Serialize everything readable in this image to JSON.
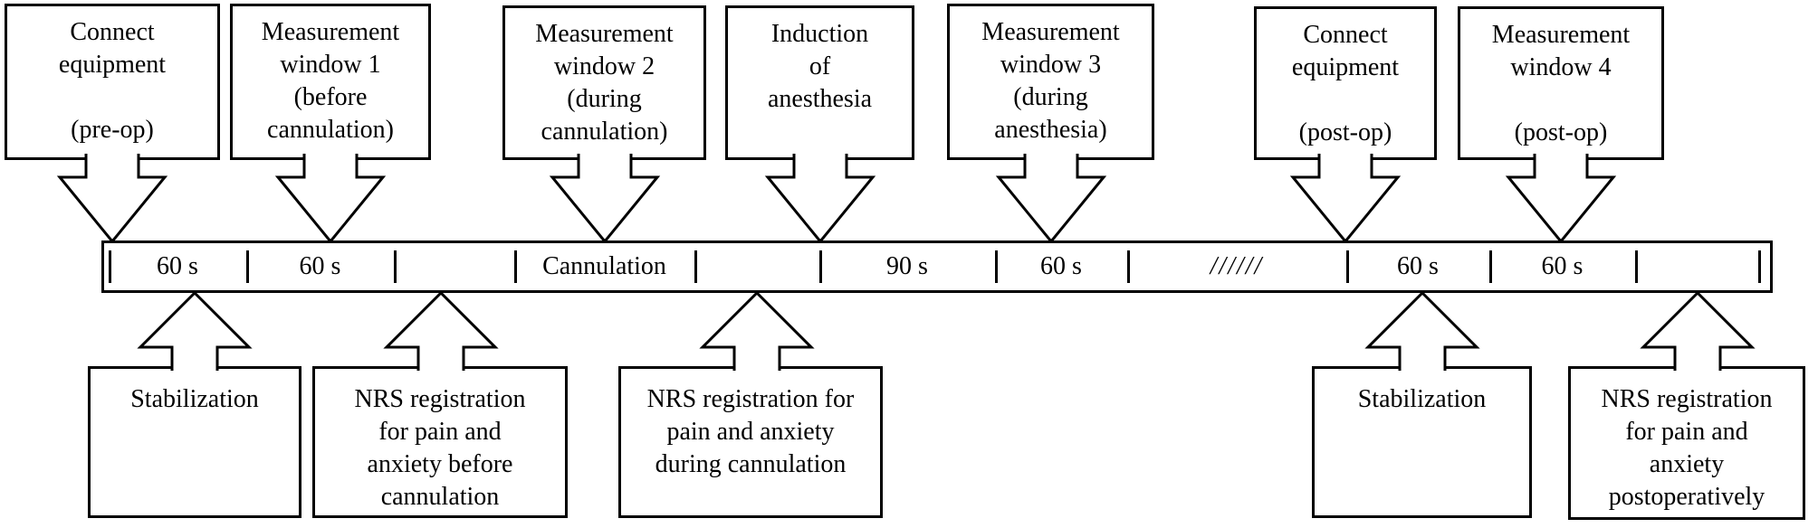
{
  "figure_name": "study-protocol-timeline",
  "colors": {
    "ink": "#000000",
    "background": "#ffffff"
  },
  "top_boxes": [
    {
      "id": "connect-equipment-preop",
      "text": "Connect\nequipment\n\n(pre-op)"
    },
    {
      "id": "measurement-window-1",
      "text": "Measurement\nwindow 1\n(before\ncannulation)"
    },
    {
      "id": "measurement-window-2",
      "text": "Measurement\nwindow 2\n(during\ncannulation)"
    },
    {
      "id": "induction-of-anesthesia",
      "text": "Induction\nof\nanesthesia"
    },
    {
      "id": "measurement-window-3",
      "text": "Measurement\nwindow 3\n(during\nanesthesia)"
    },
    {
      "id": "connect-equipment-postop",
      "text": "Connect\nequipment\n\n(post-op)"
    },
    {
      "id": "measurement-window-4",
      "text": "Measurement\nwindow 4\n\n(post-op)"
    }
  ],
  "bottom_boxes": [
    {
      "id": "stabilization-1",
      "text": "Stabilization"
    },
    {
      "id": "nrs-before-cannulation",
      "text": "NRS registration\nfor pain and\nanxiety before\ncannulation"
    },
    {
      "id": "nrs-during-cannulation",
      "text": "NRS registration for\npain and anxiety\nduring cannulation"
    },
    {
      "id": "stabilization-2",
      "text": "Stabilization"
    },
    {
      "id": "nrs-postoperatively",
      "text": "NRS registration\nfor pain and\nanxiety\npostoperatively"
    }
  ],
  "timeline": {
    "tick_positions": [
      120,
      272,
      435,
      568,
      767,
      905,
      1099,
      1245,
      1487,
      1645,
      1806,
      1942
    ],
    "segments": [
      {
        "label": "60 s"
      },
      {
        "label": "60 s"
      },
      {
        "label": ""
      },
      {
        "label": "Cannulation"
      },
      {
        "label": ""
      },
      {
        "label": "90 s"
      },
      {
        "label": "60 s"
      },
      {
        "label": "//////",
        "hatch": true
      },
      {
        "label": "60 s"
      },
      {
        "label": "60 s"
      },
      {
        "label": ""
      }
    ]
  }
}
